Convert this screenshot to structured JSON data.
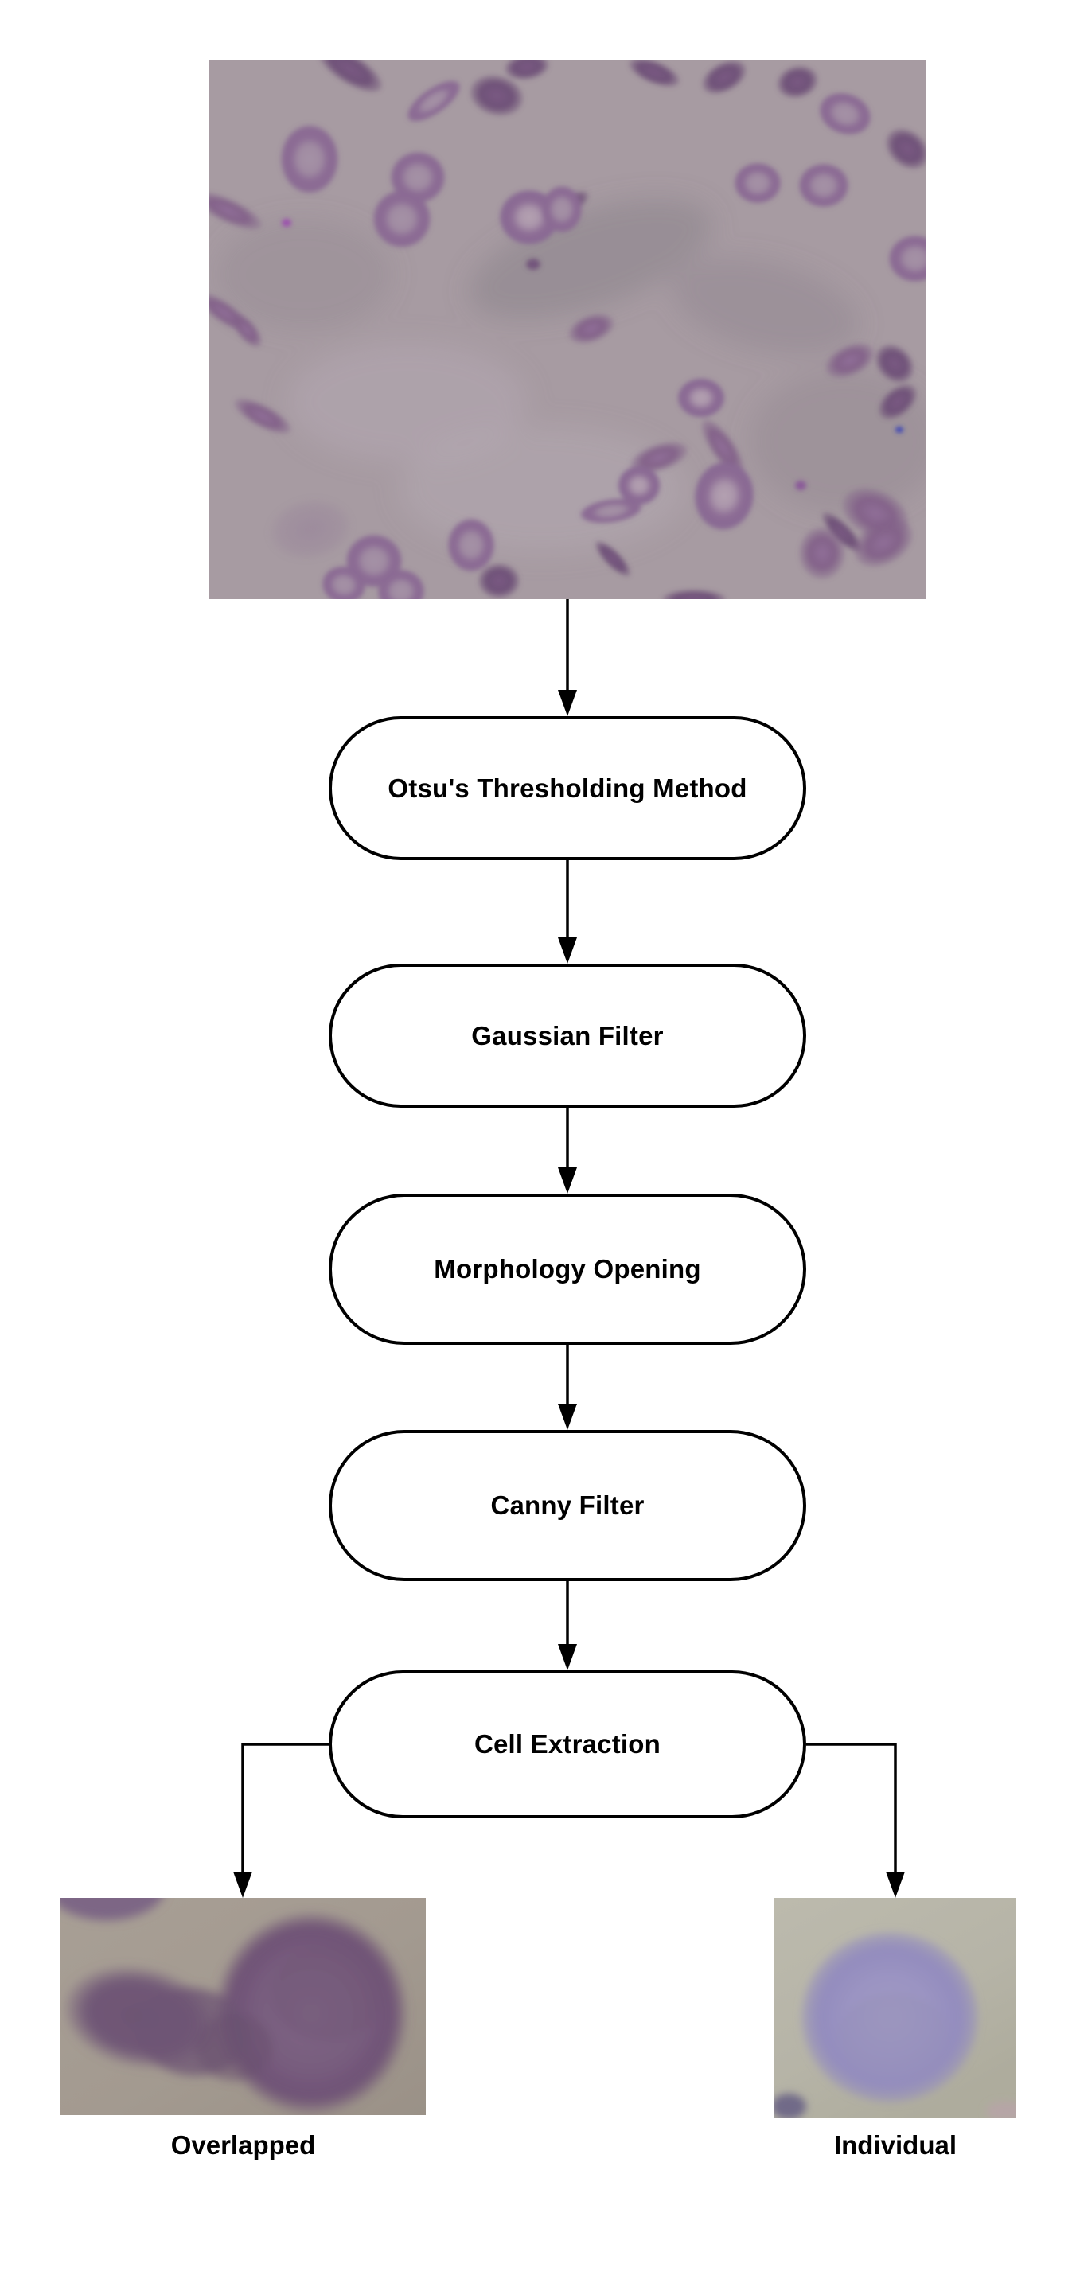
{
  "flowchart": {
    "nodes": [
      {
        "label": "Otsu's Thresholding Method"
      },
      {
        "label": "Gaussian Filter"
      },
      {
        "label": "Morphology Opening"
      },
      {
        "label": "Canny Filter"
      },
      {
        "label": "Cell Extraction"
      }
    ],
    "outputs": [
      {
        "label": "Overlapped"
      },
      {
        "label": "Individual"
      }
    ],
    "images": {
      "source": "blood-smear-micrograph",
      "overlapped": "overlapped-cells-crop",
      "individual": "individual-cell-crop"
    },
    "colors": {
      "line": "#000000",
      "node_fill": "#ffffff",
      "node_border": "#000000",
      "smear_background": "#a69ba2",
      "smear_cell_purple": "#8d6e95",
      "overlapped_background": "#a39a90",
      "overlapped_cell_dark": "#6f5476",
      "individual_background": "#b6b4a7",
      "individual_cell_lavender": "#9b94c1"
    }
  }
}
